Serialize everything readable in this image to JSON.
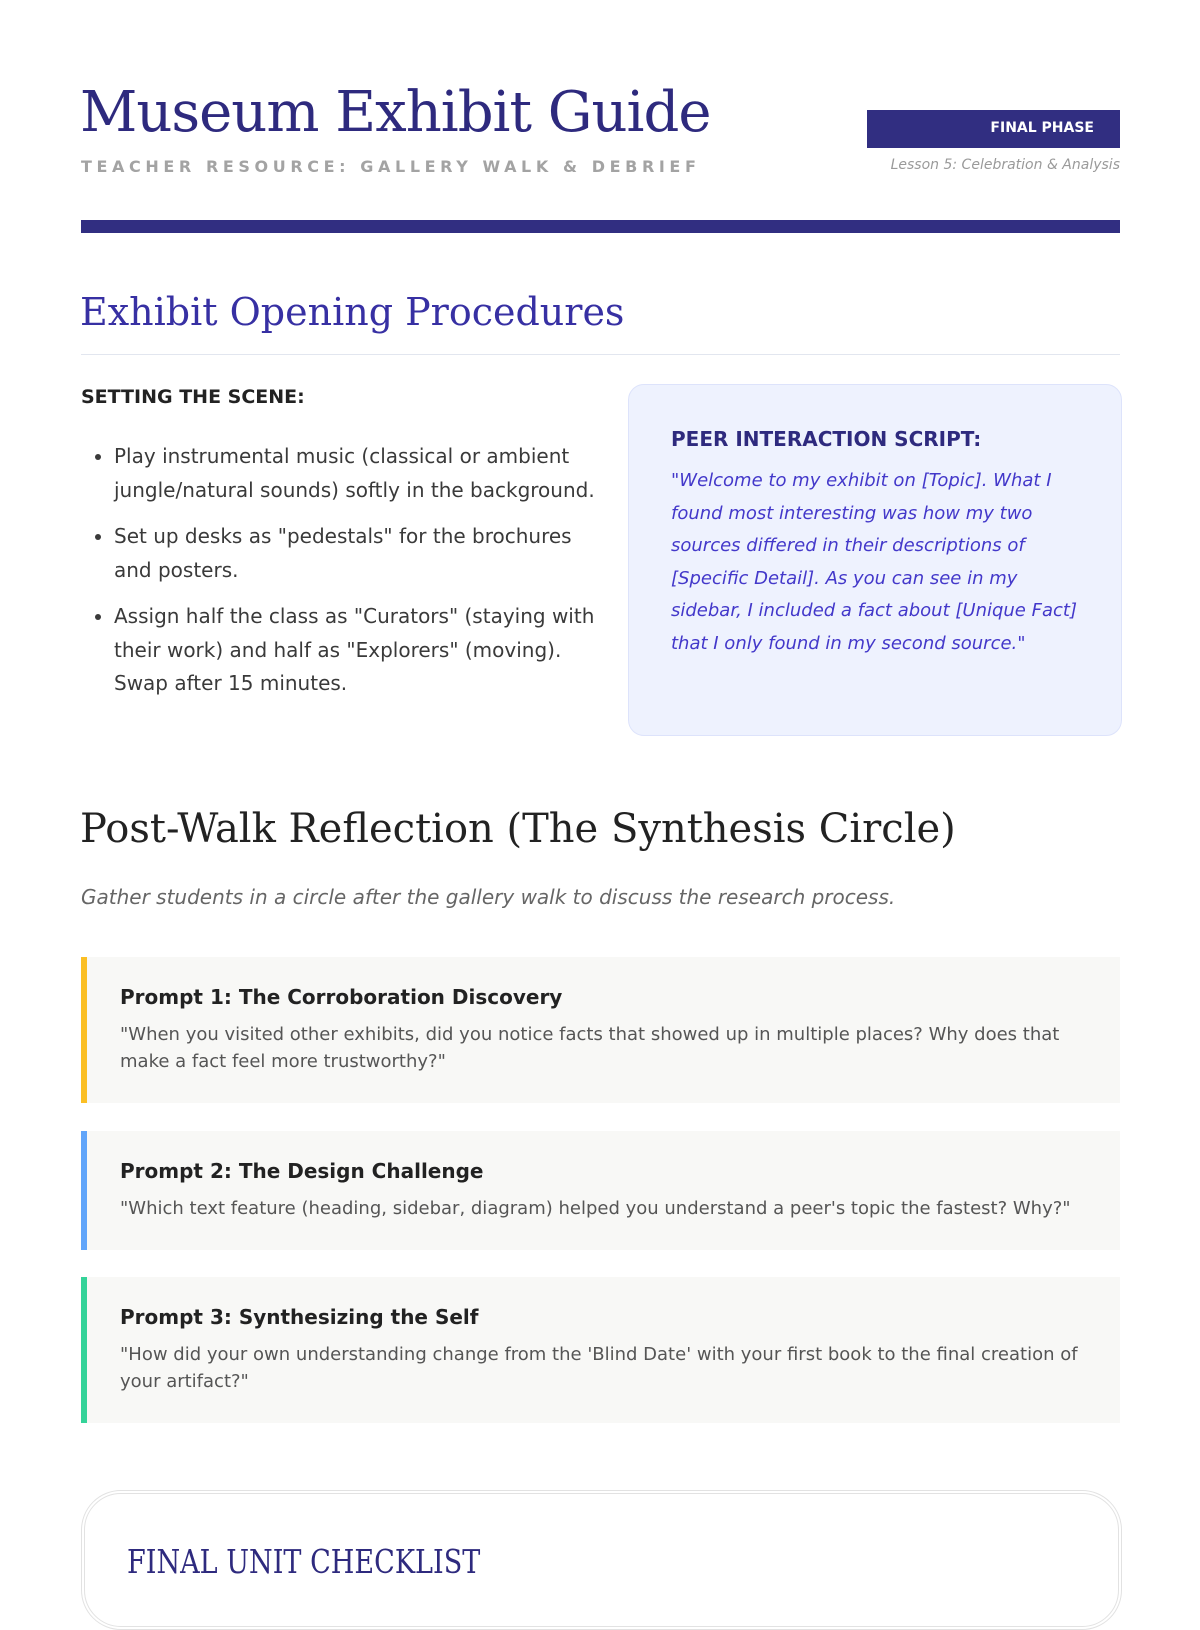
{
  "header": {
    "title": "Museum Exhibit Guide",
    "subtitle": "TEACHER RESOURCE: GALLERY WALK & DEBRIEF",
    "badge": "FINAL PHASE",
    "lesson": "Lesson 5: Celebration & Analysis",
    "colors": {
      "primary": "#312e81",
      "accent": "#3730a3"
    }
  },
  "opening": {
    "heading": "Exhibit Opening Procedures",
    "scene_label": "SETTING THE SCENE:",
    "bullets": [
      "Play instrumental music (classical or ambient jungle/natural sounds) softly in the background.",
      "Set up desks as \"pedestals\" for the brochures and posters.",
      "Assign half the class as \"Curators\" (staying with their work) and half as \"Explorers\" (moving). Swap after 15 minutes."
    ],
    "script": {
      "heading": "PEER INTERACTION SCRIPT:",
      "text": "\"Welcome to my exhibit on [Topic]. What I found most interesting was how my two sources differed in their descriptions of [Specific Detail]. As you can see in my sidebar, I included a fact about [Unique Fact] that I only found in my second source.\""
    }
  },
  "reflection": {
    "heading": "Post-Walk Reflection (The Synthesis Circle)",
    "intro": "Gather students in a circle after the gallery walk to discuss the research process.",
    "prompts": [
      {
        "title": "Prompt 1: The Corroboration Discovery",
        "text": "\"When you visited other exhibits, did you notice facts that showed up in multiple places? Why does that make a fact feel more trustworthy?\"",
        "color": "#fbbf24"
      },
      {
        "title": "Prompt 2: The Design Challenge",
        "text": "\"Which text feature (heading, sidebar, diagram) helped you understand a peer's topic the fastest? Why?\"",
        "color": "#60a5fa"
      },
      {
        "title": "Prompt 3: Synthesizing the Self",
        "text": "\"How did your own understanding change from the 'Blind Date' with your first book to the final creation of your artifact?\"",
        "color": "#34d399"
      }
    ]
  },
  "checklist": {
    "heading": "FINAL UNIT CHECKLIST"
  }
}
